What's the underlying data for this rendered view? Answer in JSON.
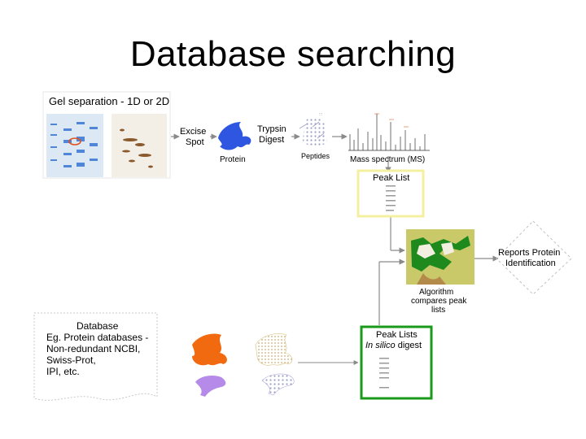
{
  "slide": {
    "title": "Database searching"
  },
  "gel": {
    "caption": "Gel separation -  1D or 2D"
  },
  "steps": {
    "excise_line1": "Excise",
    "excise_line2": "Spot",
    "protein": "Protein",
    "trypsin_line1": "Trypsin",
    "trypsin_line2": "Digest",
    "peptides": "Peptides",
    "mass_spectrum": "Mass spectrum (MS)"
  },
  "peak_list": {
    "title": "Peak List"
  },
  "algorithm": {
    "line1": "Algorithm",
    "line2": "compares peak",
    "line3": "lists"
  },
  "reports": {
    "line1": "Reports Protein",
    "line2": "Identification"
  },
  "database": {
    "line1": "Database",
    "line2": "Eg. Protein databases -",
    "line3": "Non-redundant NCBI,",
    "line4": "Swiss-Prot,",
    "line5": "IPI, etc."
  },
  "peak_lists": {
    "title": "Peak Lists",
    "subtitle_italic": "In silico",
    "subtitle_rest": " digest"
  },
  "colors": {
    "protein_blue": "#2f56e0",
    "protein_orange": "#f26a10",
    "protein_purple": "#b58ae8",
    "frame_yellow": "#f5f0a0",
    "frame_green": "#1a9a1a",
    "arrow_gray": "#8a8a8a"
  }
}
